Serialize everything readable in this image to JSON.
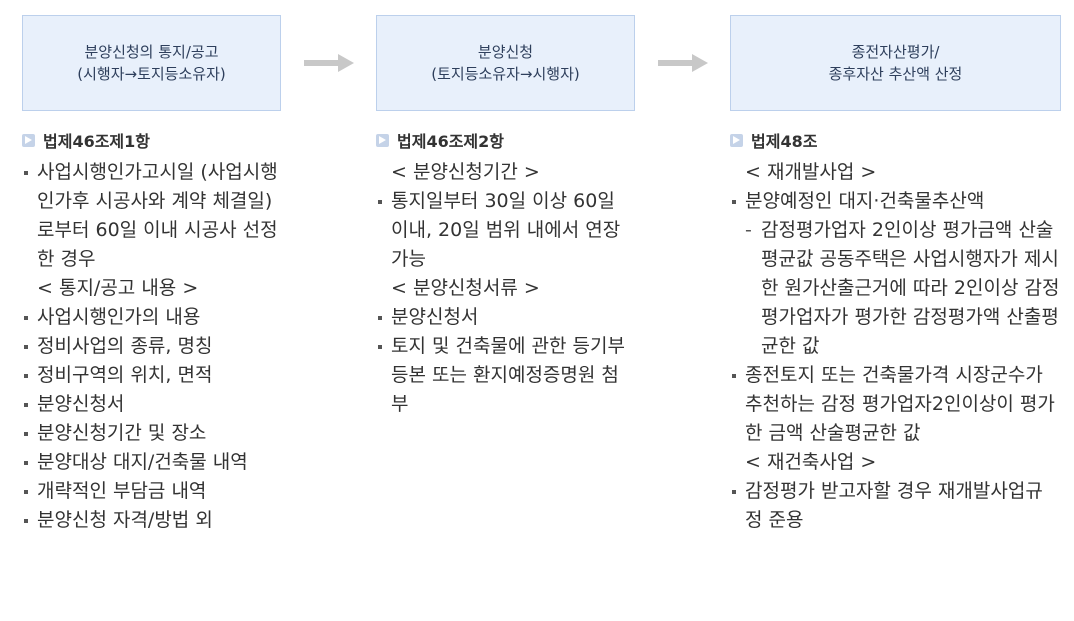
{
  "steps": [
    {
      "title": "분양신청의 통지/공고\n(시행자→토지등소유자)",
      "law": "법제46조제1항",
      "items": [
        {
          "type": "bullet",
          "text": "사업시행인가고시일 (사업시행인가후 시공사와 계약 체결일)로부터 60일 이내 시공사 선정한 경우"
        },
        {
          "type": "heading",
          "text": "< 통지/공고 내용 >"
        },
        {
          "type": "bullet",
          "text": "사업시행인가의 내용"
        },
        {
          "type": "bullet",
          "text": "정비사업의 종류, 명칭"
        },
        {
          "type": "bullet",
          "text": "정비구역의 위치, 면적"
        },
        {
          "type": "bullet",
          "text": "분양신청서"
        },
        {
          "type": "bullet",
          "text": "분양신청기간 및 장소"
        },
        {
          "type": "bullet",
          "text": "분양대상 대지/건축물 내역"
        },
        {
          "type": "bullet",
          "text": "개략적인 부담금 내역"
        },
        {
          "type": "bullet",
          "text": "분양신청 자격/방법 외"
        }
      ]
    },
    {
      "title": "분양신청\n(토지등소유자→시행자)",
      "law": "법제46조제2항",
      "items": [
        {
          "type": "heading",
          "text": "< 분양신청기간 >"
        },
        {
          "type": "bullet",
          "text": "통지일부터 30일 이상 60일 이내, 20일 범위 내에서 연장 가능"
        },
        {
          "type": "heading",
          "text": "< 분양신청서류 >"
        },
        {
          "type": "bullet",
          "text": "분양신청서"
        },
        {
          "type": "bullet",
          "text": "토지 및 건축물에 관한 등기부 등본 또는 환지예정증명원 첨부"
        }
      ]
    },
    {
      "title": "종전자산평가/\n종후자산 추산액 산정",
      "law": "법제48조",
      "items": [
        {
          "type": "heading",
          "text": "< 재개발사업 >"
        },
        {
          "type": "bullet",
          "text": "분양예정인 대지·건축물추산액"
        },
        {
          "type": "dash",
          "text": "감정평가업자 2인이상 평가금액 산술평균값 공동주택은 사업시행자가 제시한 원가산출근거에 따라 2인이상 감정평가업자가 평가한 감정평가액 산출평균한 값"
        },
        {
          "type": "bullet",
          "text": "종전토지 또는 건축물가격 시장군수가 추천하는 감정 평가업자2인이상이 평가한 금액 산술평균한 값"
        },
        {
          "type": "heading",
          "text": "< 재건축사업 >"
        },
        {
          "type": "bullet",
          "text": "감정평가 받고자할 경우 재개발사업규정 준용"
        }
      ]
    }
  ],
  "colors": {
    "box_bg": "#e8f0fb",
    "box_border": "#bcd0ec",
    "arrow": "#c8c8c8",
    "law_mark": "#c5d3e8"
  },
  "icons": {
    "step_arrow": "right-arrow-icon",
    "law_marker": "triangle-marker-icon"
  }
}
